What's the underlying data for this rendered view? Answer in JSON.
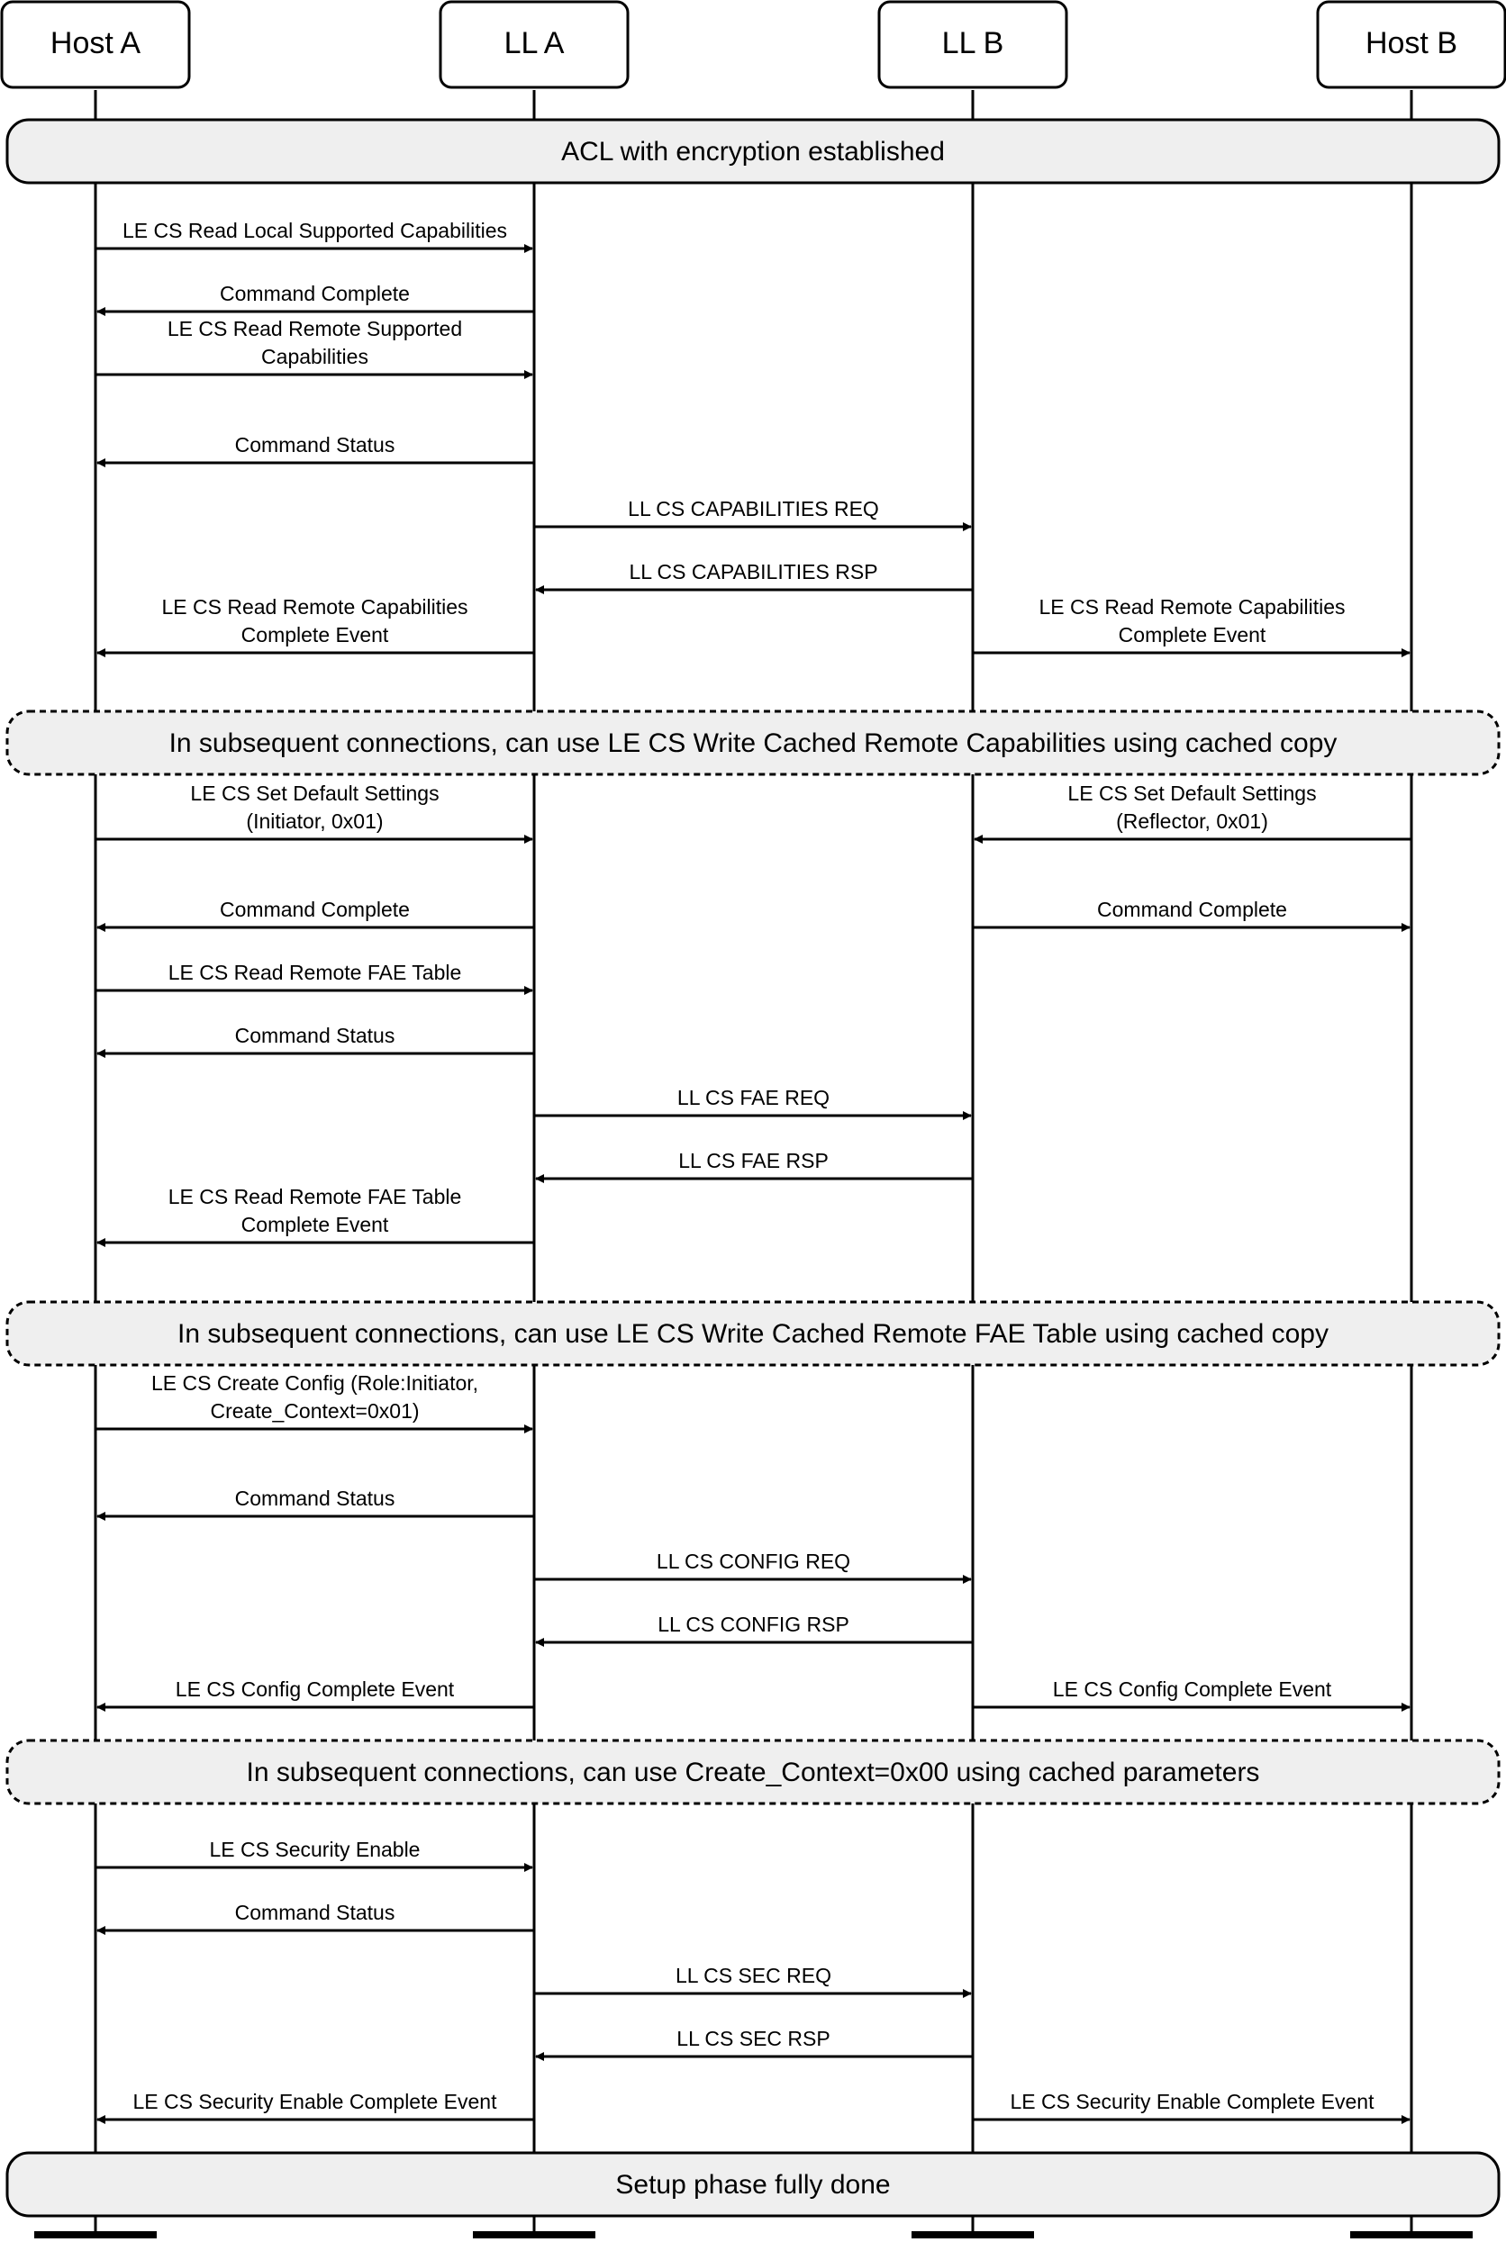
{
  "actors": [
    {
      "id": "hostA",
      "label": "Host A"
    },
    {
      "id": "llA",
      "label": "LL A"
    },
    {
      "id": "llB",
      "label": "LL B"
    },
    {
      "id": "hostB",
      "label": "Host B"
    }
  ],
  "steps": [
    {
      "kind": "note",
      "style": "solid",
      "text": "ACL with encryption established"
    },
    {
      "kind": "msg",
      "from": "hostA",
      "to": "llA",
      "lines": [
        "LE CS Read Local Supported Capabilities"
      ]
    },
    {
      "kind": "msg",
      "from": "llA",
      "to": "hostA",
      "lines": [
        "Command Complete"
      ]
    },
    {
      "kind": "msg",
      "from": "hostA",
      "to": "llA",
      "lines": [
        "LE CS Read Remote Supported",
        "Capabilities"
      ]
    },
    {
      "kind": "msg",
      "from": "llA",
      "to": "hostA",
      "lines": [
        "Command Status"
      ]
    },
    {
      "kind": "msg",
      "from": "llA",
      "to": "llB",
      "lines": [
        "LL CS CAPABILITIES REQ"
      ]
    },
    {
      "kind": "msg",
      "from": "llB",
      "to": "llA",
      "lines": [
        "LL CS CAPABILITIES RSP"
      ]
    },
    {
      "kind": "pair",
      "left": {
        "from": "llA",
        "to": "hostA",
        "lines": [
          "LE CS Read Remote Capabilities",
          "Complete Event"
        ]
      },
      "right": {
        "from": "llB",
        "to": "hostB",
        "lines": [
          "LE CS Read Remote Capabilities",
          "Complete Event"
        ]
      }
    },
    {
      "kind": "note",
      "style": "dashed",
      "text": "In subsequent connections, can use LE CS Write Cached Remote Capabilities using cached copy"
    },
    {
      "kind": "pair",
      "left": {
        "from": "hostA",
        "to": "llA",
        "lines": [
          "LE CS Set Default Settings",
          "(Initiator, 0x01)"
        ]
      },
      "right": {
        "from": "hostB",
        "to": "llB",
        "lines": [
          "LE CS Set Default Settings",
          "(Reflector, 0x01)"
        ]
      }
    },
    {
      "kind": "pair",
      "left": {
        "from": "llA",
        "to": "hostA",
        "lines": [
          "Command Complete"
        ]
      },
      "right": {
        "from": "llB",
        "to": "hostB",
        "lines": [
          "Command Complete"
        ]
      }
    },
    {
      "kind": "msg",
      "from": "hostA",
      "to": "llA",
      "lines": [
        "LE CS Read Remote FAE Table"
      ]
    },
    {
      "kind": "msg",
      "from": "llA",
      "to": "hostA",
      "lines": [
        "Command Status"
      ]
    },
    {
      "kind": "msg",
      "from": "llA",
      "to": "llB",
      "lines": [
        "LL CS FAE REQ"
      ]
    },
    {
      "kind": "msg",
      "from": "llB",
      "to": "llA",
      "lines": [
        "LL CS FAE RSP"
      ]
    },
    {
      "kind": "msg",
      "from": "llA",
      "to": "hostA",
      "lines": [
        "LE CS Read Remote FAE Table",
        "Complete Event"
      ]
    },
    {
      "kind": "note",
      "style": "dashed",
      "text": "In subsequent connections, can use LE CS Write Cached Remote FAE Table using cached copy"
    },
    {
      "kind": "msg",
      "from": "hostA",
      "to": "llA",
      "lines": [
        "LE CS Create Config (Role:Initiator,",
        "Create_Context=0x01)"
      ]
    },
    {
      "kind": "msg",
      "from": "llA",
      "to": "hostA",
      "lines": [
        "Command Status"
      ]
    },
    {
      "kind": "msg",
      "from": "llA",
      "to": "llB",
      "lines": [
        "LL CS CONFIG REQ"
      ]
    },
    {
      "kind": "msg",
      "from": "llB",
      "to": "llA",
      "lines": [
        "LL CS CONFIG RSP"
      ]
    },
    {
      "kind": "pair",
      "left": {
        "from": "llA",
        "to": "hostA",
        "lines": [
          "LE CS Config Complete Event"
        ]
      },
      "right": {
        "from": "llB",
        "to": "hostB",
        "lines": [
          "LE CS Config Complete Event"
        ]
      }
    },
    {
      "kind": "note",
      "style": "dashed",
      "text": "In subsequent connections, can use Create_Context=0x00 using cached parameters"
    },
    {
      "kind": "msg",
      "from": "hostA",
      "to": "llA",
      "lines": [
        "LE CS Security Enable"
      ]
    },
    {
      "kind": "msg",
      "from": "llA",
      "to": "hostA",
      "lines": [
        "Command Status"
      ]
    },
    {
      "kind": "msg",
      "from": "llA",
      "to": "llB",
      "lines": [
        "LL CS SEC REQ"
      ]
    },
    {
      "kind": "msg",
      "from": "llB",
      "to": "llA",
      "lines": [
        "LL CS SEC RSP"
      ]
    },
    {
      "kind": "pair",
      "left": {
        "from": "llA",
        "to": "hostA",
        "lines": [
          "LE CS Security Enable Complete Event"
        ]
      },
      "right": {
        "from": "llB",
        "to": "hostB",
        "lines": [
          "LE CS Security Enable Complete Event"
        ]
      }
    },
    {
      "kind": "note",
      "style": "solid",
      "text": "Setup phase fully done"
    }
  ]
}
